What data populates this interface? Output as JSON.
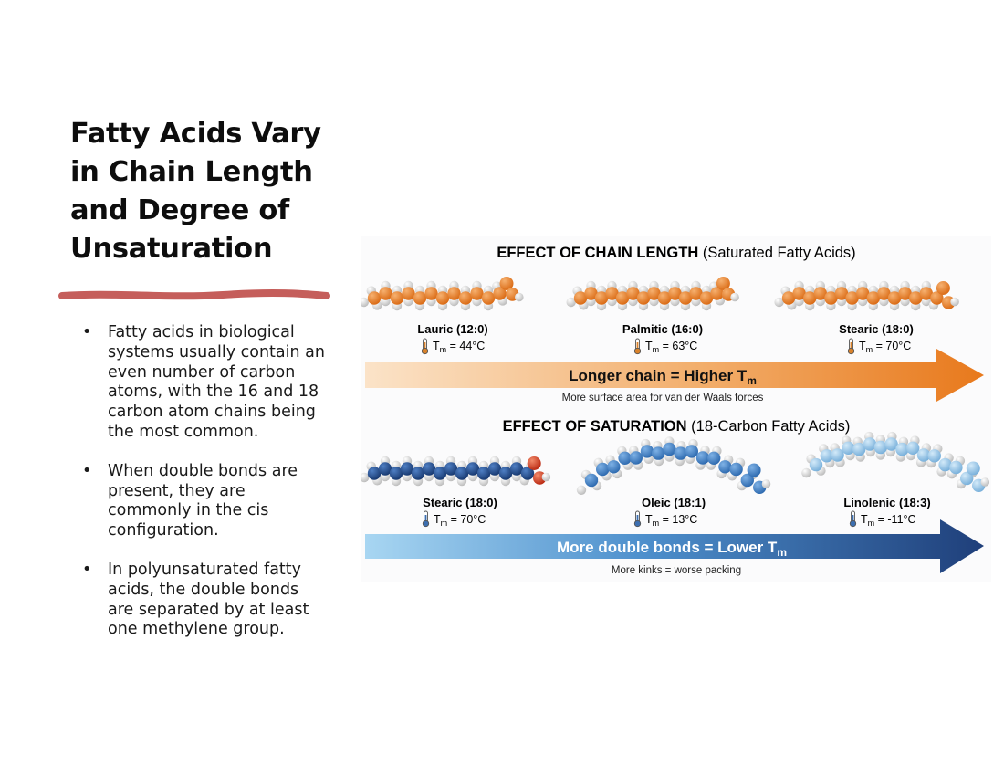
{
  "slide": {
    "title_lines": [
      "Fatty Acids Vary",
      "in Chain Length",
      "and Degree of",
      "Unsaturation"
    ],
    "bullet_symbol": "•",
    "bullets": [
      {
        "lines": [
          "Fatty acids in biological",
          "systems usually contain an",
          "even number of carbon",
          "atoms, with the 16 and 18",
          "carbon atom chains being",
          "the most common."
        ]
      },
      {
        "lines": [
          "When double bonds are",
          "present, they are",
          "commonly in the cis",
          "configuration."
        ]
      },
      {
        "lines": [
          "In polyunsaturated fatty",
          "acids, the double bonds",
          "are separated by at least",
          "one methylene group."
        ]
      }
    ],
    "accent_color": "#c0504d"
  },
  "figure": {
    "chain_section": {
      "heading_bold": "EFFECT OF CHAIN LENGTH",
      "heading_normal": " (Saturated Fatty Acids)",
      "molecules": [
        {
          "name": "Lauric (12:0)",
          "tm_symbol": "T",
          "tm_sub": "m",
          "tm_value": " = 44°C",
          "color": "#e8791c"
        },
        {
          "name": "Palmitic (16:0)",
          "tm_symbol": "T",
          "tm_sub": "m",
          "tm_value": " = 63°C",
          "color": "#e8791c"
        },
        {
          "name": "Stearic (18:0)",
          "tm_symbol": "T",
          "tm_sub": "m",
          "tm_value": " = 70°C",
          "color": "#e8791c"
        }
      ],
      "arrow_main": "Longer chain = Higher T",
      "arrow_main_sub": "m",
      "arrow_note": "More surface area for van der Waals forces",
      "arrow_color_start": "#fbe3c8",
      "arrow_color_end": "#e8791c"
    },
    "saturation_section": {
      "heading_bold": "EFFECT OF SATURATION",
      "heading_normal": " (18-Carbon Fatty Acids)",
      "molecules": [
        {
          "name": "Stearic (18:0)",
          "tm_symbol": "T",
          "tm_sub": "m",
          "tm_value": " = 70°C",
          "color": "#1f4f95"
        },
        {
          "name": "Oleic (18:1)",
          "tm_symbol": "T",
          "tm_sub": "m",
          "tm_value": " = 13°C",
          "color": "#3d84cf"
        },
        {
          "name": "Linolenic (18:3)",
          "tm_symbol": "T",
          "tm_sub": "m",
          "tm_value": " = -11°C",
          "color": "#8fc3ea"
        }
      ],
      "arrow_main": "More double bonds = Lower T",
      "arrow_main_sub": "m",
      "arrow_note": "More kinks = worse packing",
      "arrow_color_start": "#a8d6f2",
      "arrow_color_end": "#1f3f7a"
    },
    "icons": {
      "thermometer": "thermometer-icon"
    }
  }
}
